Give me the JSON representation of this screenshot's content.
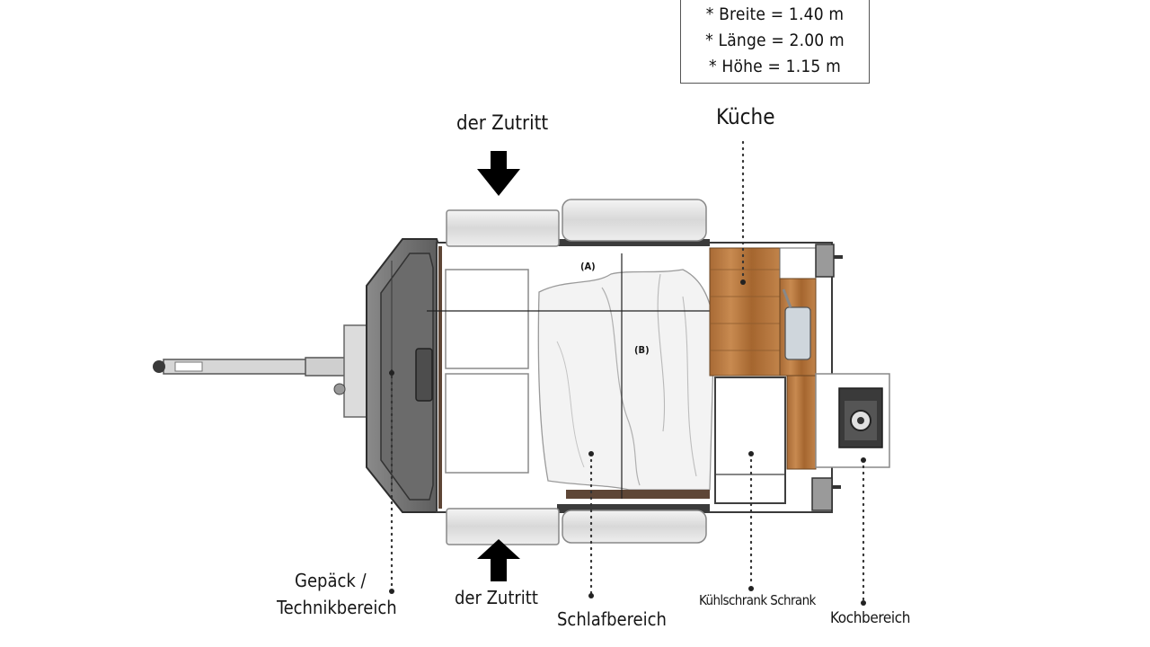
{
  "dimensions": {
    "breite": "* Breite = 1.40 m",
    "laenge": "* Länge = 2.00 m",
    "hoehe": "* Höhe =  1.15 m"
  },
  "labels": {
    "access_top": "der Zutritt",
    "access_bottom": "der Zutritt",
    "kitchen": "Küche",
    "luggage": "Gepäck /",
    "technical": "Technikbereich",
    "sleeping": "Schlafbereich",
    "fridge_cabinet": "Kühlschrank Schrank",
    "cooking": "Kochbereich",
    "marker_a": "(A)",
    "marker_b": "(B)"
  },
  "colors": {
    "wood": "#b8763f",
    "frame": "#4a4a4a",
    "interior_brown": "#5e4636"
  }
}
